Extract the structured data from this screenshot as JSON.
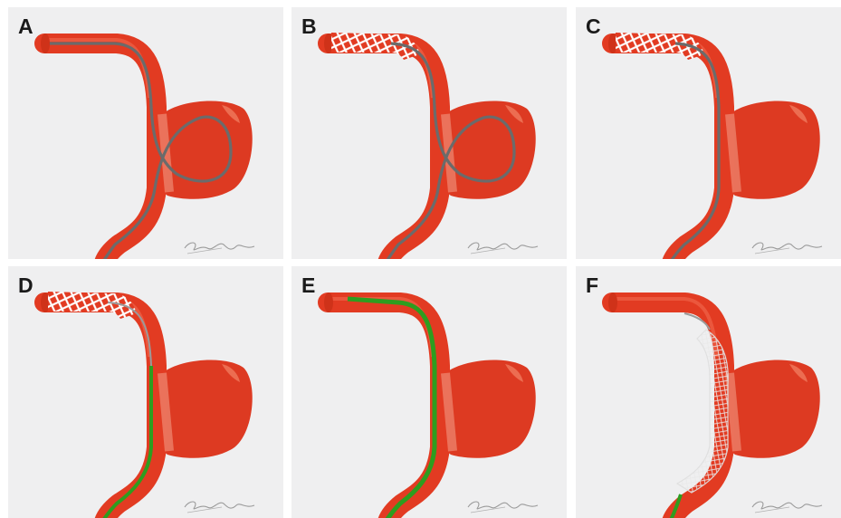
{
  "figure": {
    "panels": [
      {
        "label": "A",
        "stage": "wire-loop"
      },
      {
        "label": "B",
        "stage": "stent-proximal-wire-loop"
      },
      {
        "label": "C",
        "stage": "stent-proximal-wire-straight"
      },
      {
        "label": "D",
        "stage": "stent-proximal-green-wire"
      },
      {
        "label": "E",
        "stage": "green-wire-full"
      },
      {
        "label": "F",
        "stage": "flow-diverter-deployed"
      }
    ],
    "colors": {
      "vessel": "#e23b22",
      "vessel_dark": "#c42a14",
      "aneurysm": "#dd3a22",
      "wire_gray": "#6b6b6b",
      "wire_green": "#2e9d1f",
      "background": "#efeff0"
    },
    "signature_icon": "artist-signature-icon"
  }
}
